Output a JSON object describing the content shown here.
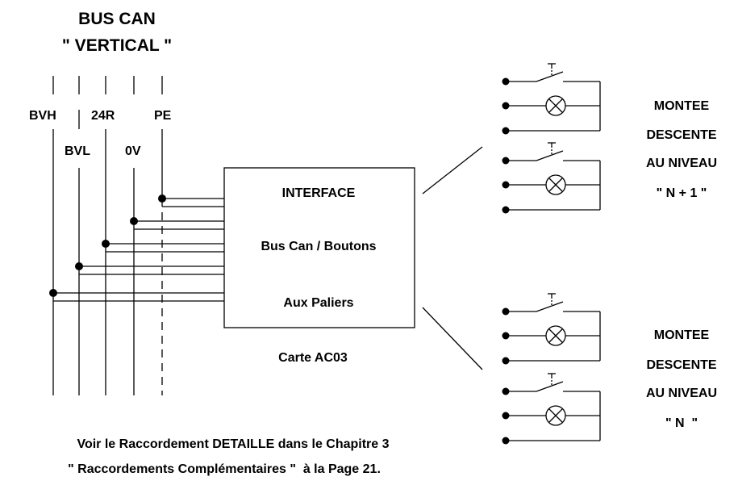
{
  "title": {
    "line1": "BUS CAN",
    "line2": "\" VERTICAL \""
  },
  "bus_labels": {
    "bvh": "BVH",
    "bvl": "BVL",
    "r24": "24R",
    "ov": "0V",
    "pe": "PE"
  },
  "interface_box": {
    "line1": "INTERFACE",
    "line2": "Bus Can / Boutons",
    "line3": "Aux Paliers",
    "caption": "Carte AC03"
  },
  "level_top": {
    "line1": "MONTEE",
    "line2": "DESCENTE",
    "line3": "AU NIVEAU",
    "line4": "\" N + 1 \""
  },
  "level_bottom": {
    "line1": "MONTEE",
    "line2": "DESCENTE",
    "line3": "AU NIVEAU",
    "line4": "\" N  \""
  },
  "note": {
    "line1": "Voir le Raccordement DETAILLE dans le Chapitre 3",
    "line2": "\" Raccordements Complémentaires \"  à la Page 21."
  }
}
